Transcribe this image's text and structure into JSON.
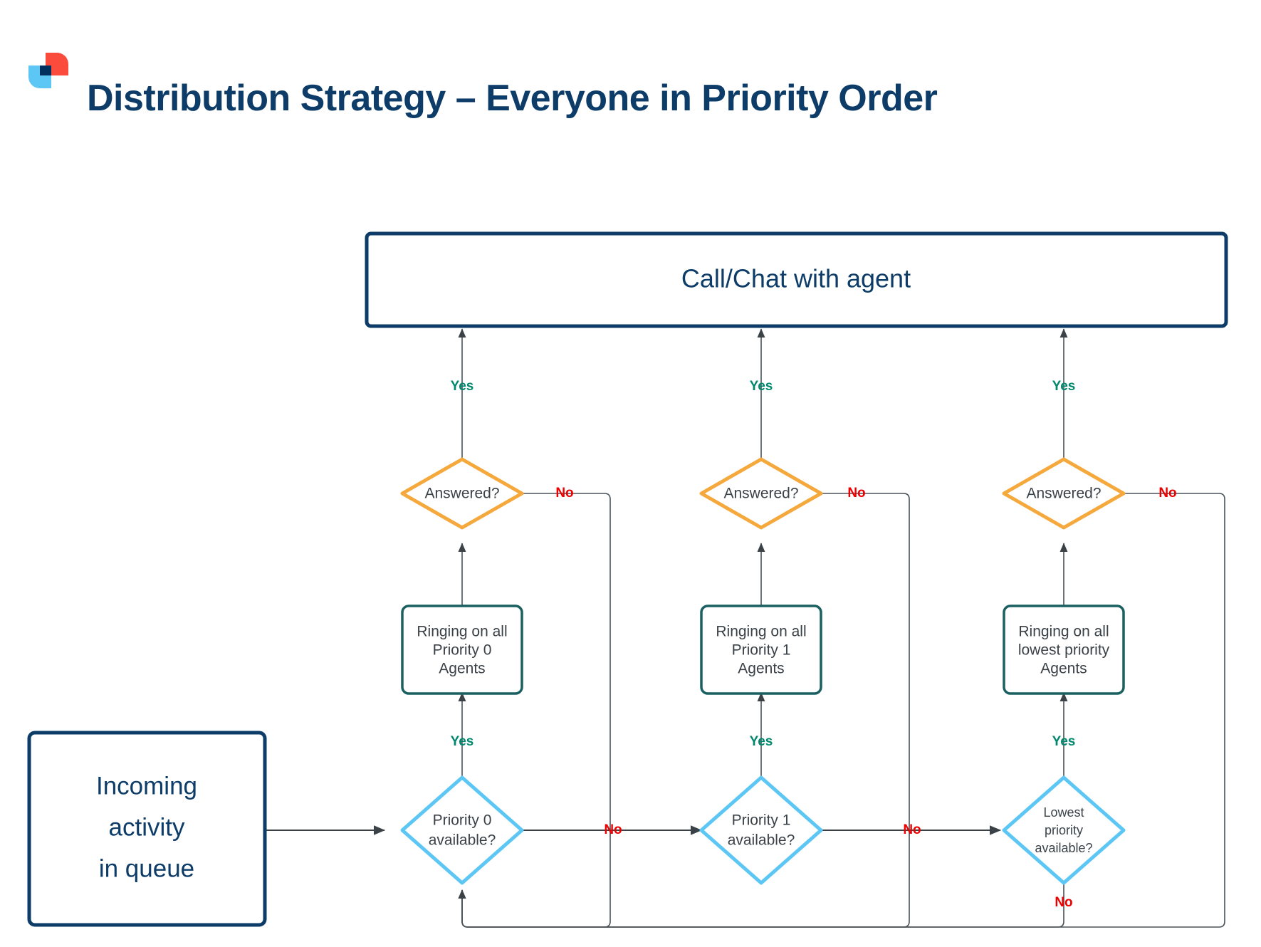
{
  "page": {
    "title": "Distribution Strategy – Everyone in Priority Order",
    "logo_name": "brand-logo"
  },
  "colors": {
    "brand_navy": "#0d3c68",
    "logo_red": "#fa4b3c",
    "logo_blue": "#5cc6f5",
    "logo_navy": "#01305e",
    "node_teal": "#1a6061",
    "node_orange": "#f5a83c",
    "node_lightblue": "#5cc6f5",
    "label_yes": "#00876d",
    "label_no": "#ee0000",
    "connector": "#3a4248",
    "node_text": "#3a4248"
  },
  "flowchart": {
    "type": "flowchart",
    "start_node": {
      "id": "incoming",
      "label": "Incoming\nactivity\nin queue",
      "line1": "Incoming",
      "line2": "activity",
      "line3": "in queue",
      "shape": "rectangle",
      "border_color": "#0d3c68",
      "text_color": "#0d3c68"
    },
    "end_node": {
      "id": "call-chat",
      "label": "Call/Chat with agent",
      "shape": "rectangle",
      "border_color": "#0d3c68",
      "text_color": "#0d3c68"
    },
    "columns": [
      {
        "index": 0,
        "availability": {
          "id": "avail-0",
          "line1": "Priority 0",
          "line2": "available?",
          "line3": "",
          "shape": "diamond",
          "border_color": "#5cc6f5"
        },
        "ringing": {
          "id": "ring-0",
          "line1": "Ringing on all",
          "line2": "Priority 0",
          "line3": "Agents",
          "shape": "rounded-rect",
          "border_color": "#1a6061"
        },
        "answered": {
          "id": "answered-0",
          "label": "Answered?",
          "shape": "diamond",
          "border_color": "#f5a83c"
        }
      },
      {
        "index": 1,
        "availability": {
          "id": "avail-1",
          "line1": "Priority 1",
          "line2": "available?",
          "line3": "",
          "shape": "diamond",
          "border_color": "#5cc6f5"
        },
        "ringing": {
          "id": "ring-1",
          "line1": "Ringing on all",
          "line2": "Priority 1",
          "line3": "Agents",
          "shape": "rounded-rect",
          "border_color": "#1a6061"
        },
        "answered": {
          "id": "answered-1",
          "label": "Answered?",
          "shape": "diamond",
          "border_color": "#f5a83c"
        }
      },
      {
        "index": 2,
        "availability": {
          "id": "avail-2",
          "line1": "Lowest",
          "line2": "priority",
          "line3": "available?",
          "shape": "diamond",
          "border_color": "#5cc6f5"
        },
        "ringing": {
          "id": "ring-2",
          "line1": "Ringing on all",
          "line2": "lowest priority",
          "line3": "Agents",
          "shape": "rounded-rect",
          "border_color": "#1a6061"
        },
        "answered": {
          "id": "answered-2",
          "label": "Answered?",
          "shape": "diamond",
          "border_color": "#f5a83c"
        }
      }
    ],
    "edge_labels": {
      "yes": "Yes",
      "no": "No"
    },
    "edges": [
      {
        "from": "incoming",
        "to": "avail-0",
        "label": ""
      },
      {
        "from": "avail-0",
        "to": "ring-0",
        "label": "Yes"
      },
      {
        "from": "ring-0",
        "to": "answered-0",
        "label": ""
      },
      {
        "from": "answered-0",
        "to": "call-chat",
        "label": "Yes"
      },
      {
        "from": "answered-0",
        "to": "avail-0",
        "label": "No"
      },
      {
        "from": "avail-0",
        "to": "avail-1",
        "label": "No"
      },
      {
        "from": "avail-1",
        "to": "ring-1",
        "label": "Yes"
      },
      {
        "from": "ring-1",
        "to": "answered-1",
        "label": ""
      },
      {
        "from": "answered-1",
        "to": "call-chat",
        "label": "Yes"
      },
      {
        "from": "answered-1",
        "to": "avail-0",
        "label": "No"
      },
      {
        "from": "avail-1",
        "to": "avail-2",
        "label": "No"
      },
      {
        "from": "avail-2",
        "to": "ring-2",
        "label": "Yes"
      },
      {
        "from": "ring-2",
        "to": "answered-2",
        "label": ""
      },
      {
        "from": "answered-2",
        "to": "call-chat",
        "label": "Yes"
      },
      {
        "from": "answered-2",
        "to": "avail-0",
        "label": "No"
      },
      {
        "from": "avail-2",
        "to": "avail-0",
        "label": "No"
      }
    ]
  }
}
